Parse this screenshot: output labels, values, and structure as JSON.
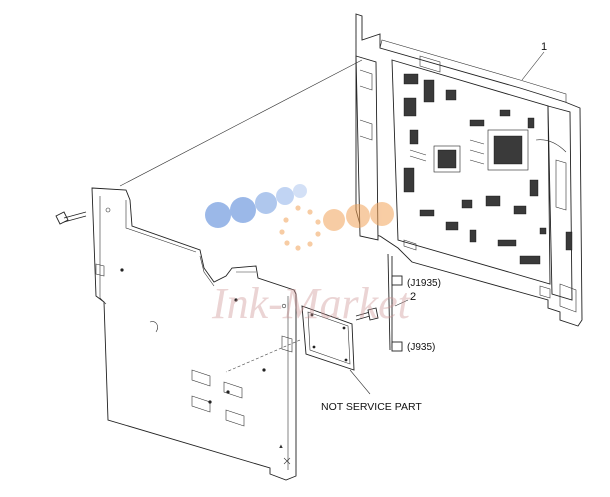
{
  "callouts": {
    "item_1": "1",
    "item_2": "2",
    "connector_top": "(J1935)",
    "connector_bottom": "(J935)",
    "not_service_part": "NOT SERVICE PART"
  },
  "watermark": {
    "text": "Ink-Market",
    "colors": [
      "#4a7fd6",
      "#f2a45a",
      "#c98f8f"
    ]
  }
}
